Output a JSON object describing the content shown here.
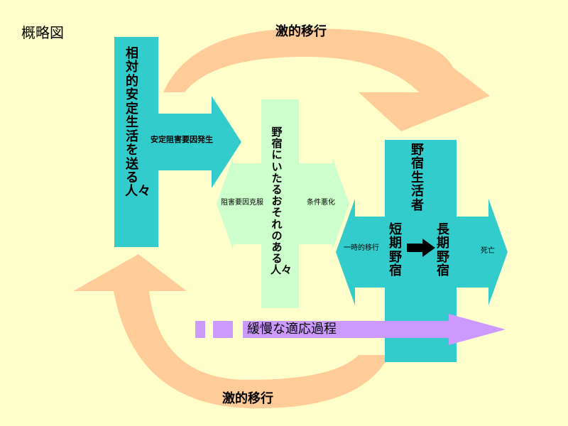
{
  "title": "概略図",
  "arc_top_label": "激的移行",
  "arc_bottom_label": "激的移行",
  "left_block": {
    "label": "相対的安定生活を送る人々",
    "arrow_label": "安定阻害要因発生"
  },
  "middle_block": {
    "label": "野宿にいたるおそれのある人々",
    "left_arrow_label": "阻害要因克服",
    "right_arrow_label": "条件悪化"
  },
  "right_block": {
    "label": "野宿生活者",
    "short_term": "短期野宿",
    "long_term": "長期野宿",
    "left_arrow_label": "一時的移行",
    "right_arrow_label": "死亡"
  },
  "adaptation_label": "緩慢な適応過程",
  "colors": {
    "background": "#ffffcc",
    "teal": "#33cccc",
    "light_green": "#ccffcc",
    "peach": "#ffcc99",
    "violet": "#cc99ff",
    "black": "#000000"
  }
}
